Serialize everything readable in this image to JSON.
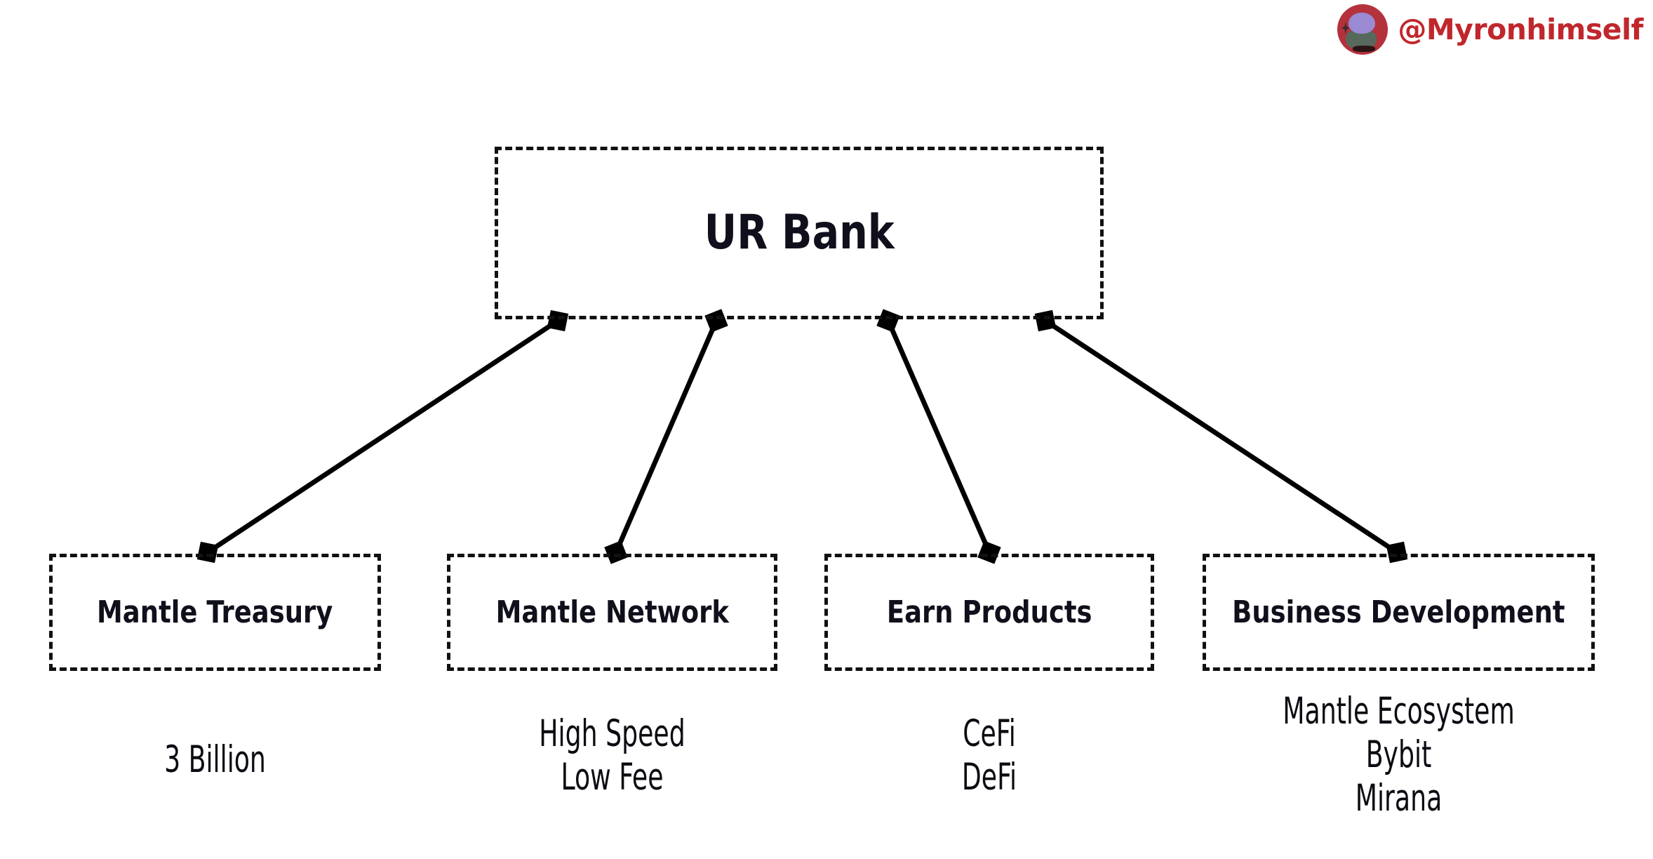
{
  "watermark": {
    "handle": "@Myronhimself",
    "avatar_icon": "avatar-icon",
    "accent_color": "#c0272d"
  },
  "diagram": {
    "type": "hierarchy-tree",
    "root": {
      "label": "UR Bank"
    },
    "children": [
      {
        "label": "Mantle Treasury",
        "caption": "3 Billion"
      },
      {
        "label": "Mantle Network",
        "caption": "High Speed\nLow Fee"
      },
      {
        "label": "Earn Products",
        "caption": "CeFi\nDeFi"
      },
      {
        "label": "Business Development",
        "caption": "Mantle Ecosystem\nBybit\nMirana"
      }
    ],
    "style": {
      "border_style": "dashed",
      "border_color": "#111111",
      "text_color": "#10101c",
      "background": "#ffffff",
      "connector_color": "#000000",
      "connector_endpoint": "diamond"
    }
  }
}
